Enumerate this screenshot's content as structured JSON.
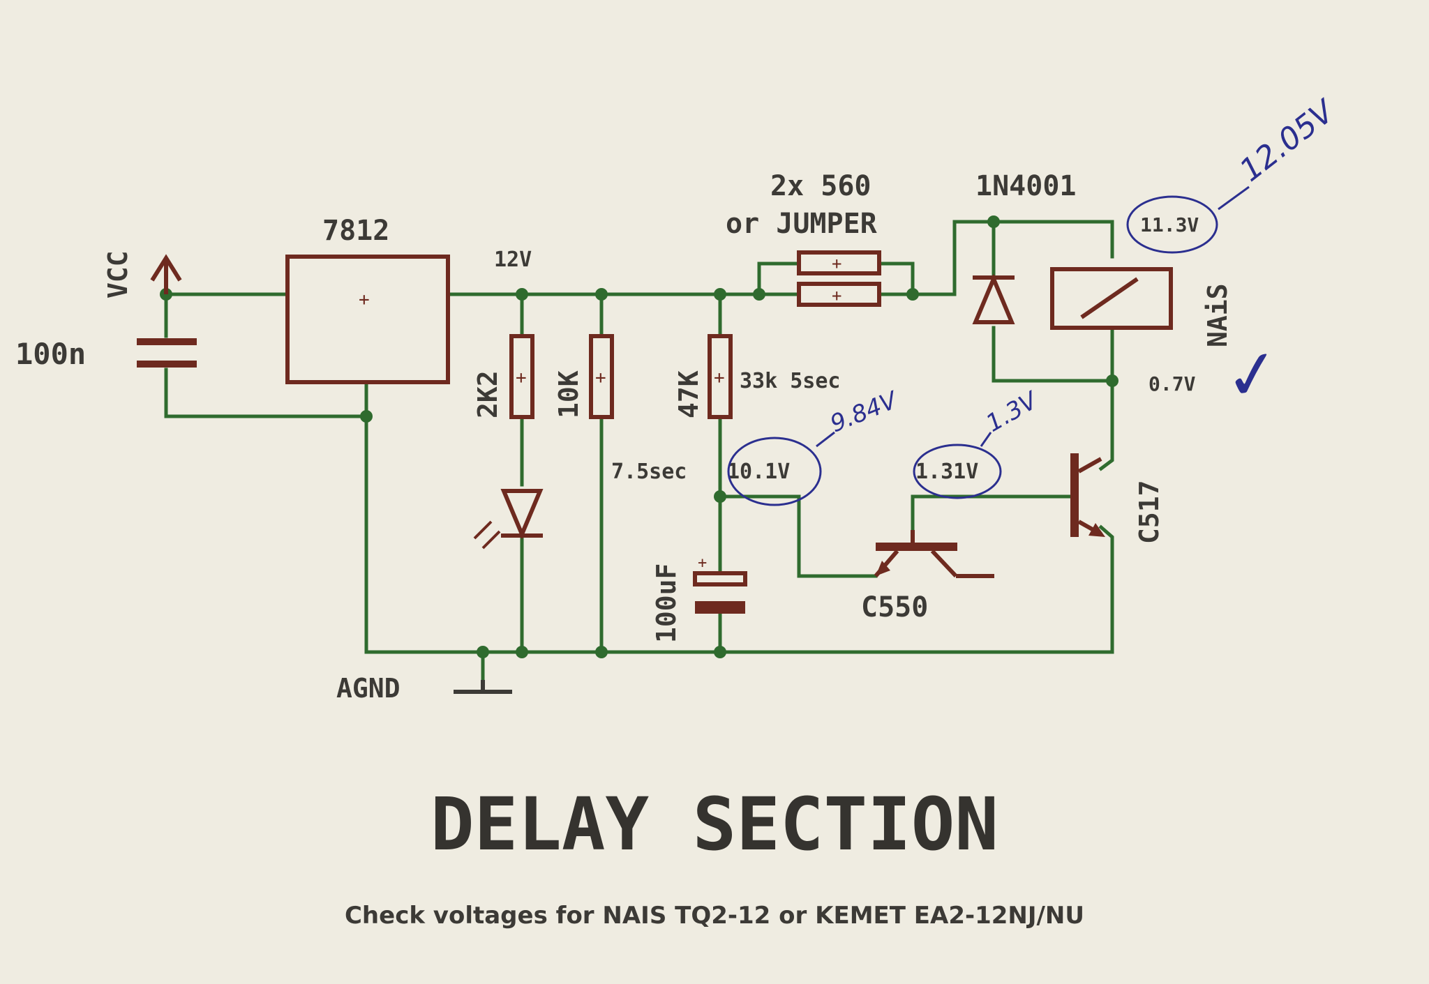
{
  "labels": {
    "vcc": "VCC",
    "cap_100n": "100n",
    "reg_7812": "7812",
    "v12": "12V",
    "res_560": "2x 560",
    "or_jumper": "or JUMPER",
    "diode_1n4001": "1N4001",
    "relay_nais": "NAiS",
    "res_2k2": "2K2",
    "res_10k": "10K",
    "res_47k": "47K",
    "note_33k": "33k 5sec",
    "note_75sec": "7.5sec",
    "cap_100uf": "100uF",
    "trans_c550": "C550",
    "trans_c517": "C517",
    "agnd": "AGND",
    "v_113": "11.3V",
    "v_07": "0.7V",
    "v_101": "10.1V",
    "v_131": "1.31V"
  },
  "handwritten": {
    "v_1205": "12.05V",
    "v_984": "9.84V",
    "v_13": "1.3V",
    "check": "✓"
  },
  "title": "DELAY SECTION",
  "subtitle": "Check voltages for NAIS TQ2-12 or KEMET EA2-12NJ/NU"
}
